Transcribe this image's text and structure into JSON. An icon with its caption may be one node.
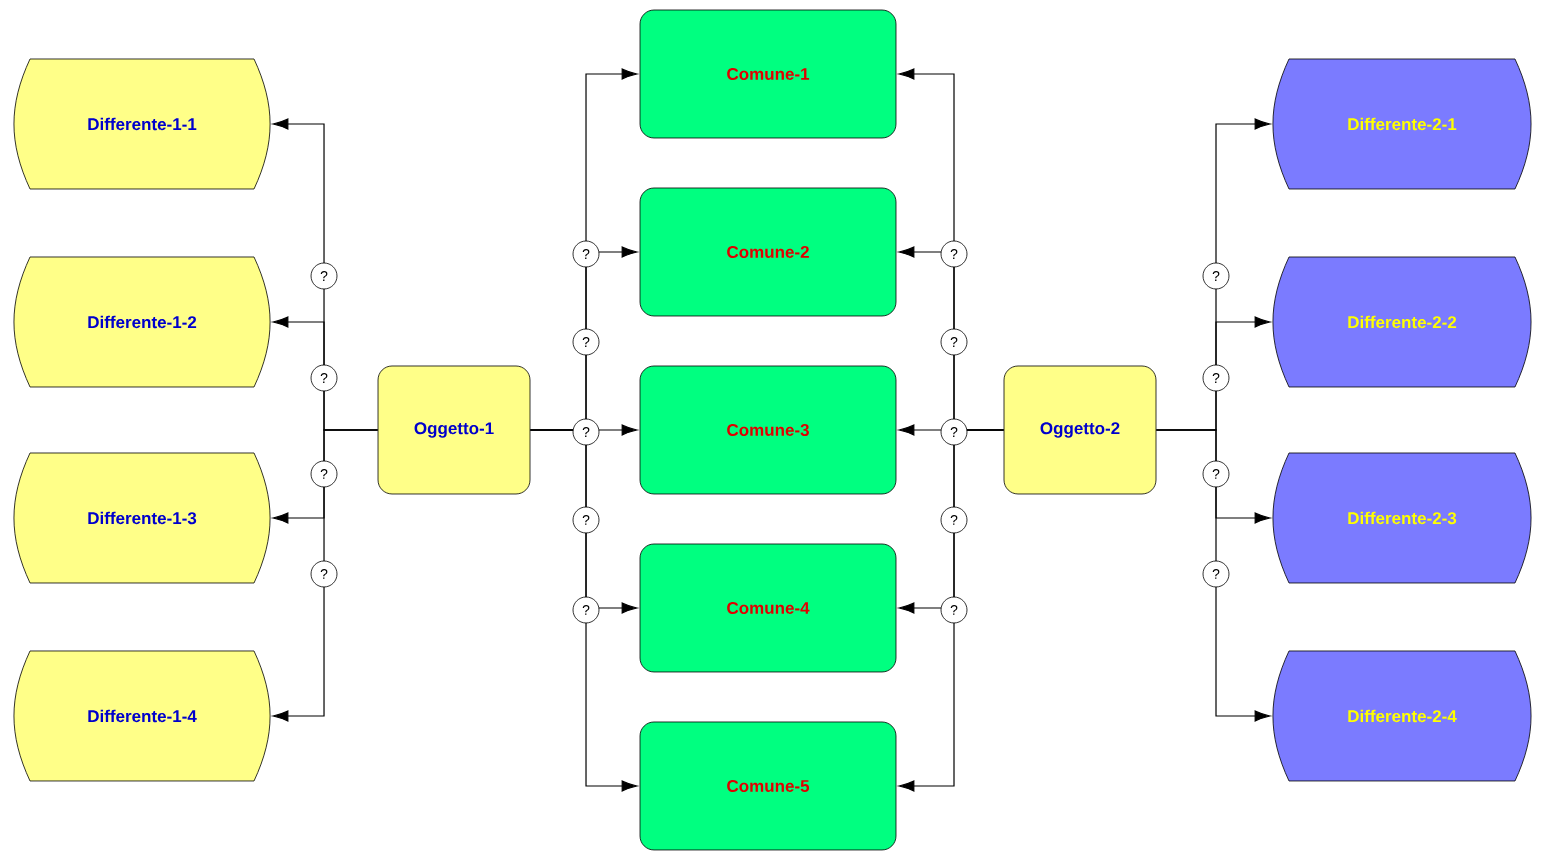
{
  "diagram": {
    "nodes": [
      {
        "text": [
          "Differente-1-1"
        ]
      },
      {
        "text": [
          "Differente-1-2"
        ]
      },
      {
        "text": [
          "Differente-1-3"
        ]
      },
      {
        "text": [
          "Differente-1-4"
        ]
      },
      {
        "text": [
          "Oggetto-1"
        ]
      },
      {
        "text": [
          "Comune-1"
        ]
      },
      {
        "text": [
          "Comune-2"
        ]
      },
      {
        "text": [
          "Comune-3"
        ]
      },
      {
        "text": [
          "Comune-4"
        ]
      },
      {
        "text": [
          "Comune-5"
        ]
      },
      {
        "text": [
          "Oggetto-2"
        ]
      },
      {
        "text": [
          "Differente-2-1"
        ]
      },
      {
        "text": [
          "Differente-2-2"
        ]
      },
      {
        "text": [
          "Differente-2-3"
        ]
      },
      {
        "text": [
          "Differente-2-4"
        ]
      }
    ],
    "edges": [
      {
        "from": 4,
        "to": 0,
        "arrow": "to",
        "label": "?"
      },
      {
        "from": 4,
        "to": 1,
        "arrow": "to",
        "label": "?"
      },
      {
        "from": 4,
        "to": 2,
        "arrow": "to",
        "label": "?"
      },
      {
        "from": 4,
        "to": 3,
        "arrow": "to",
        "label": "?"
      },
      {
        "from": 4,
        "to": 5,
        "arrow": "to",
        "label": "?"
      },
      {
        "from": 4,
        "to": 6,
        "arrow": "to",
        "label": "?"
      },
      {
        "from": 4,
        "to": 7,
        "arrow": "to",
        "label": "?"
      },
      {
        "from": 4,
        "to": 8,
        "arrow": "to",
        "label": "?"
      },
      {
        "from": 4,
        "to": 9,
        "arrow": "to",
        "label": "?"
      },
      {
        "from": 10,
        "to": 5,
        "arrow": "to",
        "label": "?"
      },
      {
        "from": 10,
        "to": 6,
        "arrow": "to",
        "label": "?"
      },
      {
        "from": 10,
        "to": 7,
        "arrow": "to",
        "label": "?"
      },
      {
        "from": 10,
        "to": 8,
        "arrow": "to",
        "label": "?"
      },
      {
        "from": 10,
        "to": 9,
        "arrow": "to",
        "label": "?"
      },
      {
        "from": 10,
        "to": 11,
        "arrow": "to",
        "label": "?"
      },
      {
        "from": 10,
        "to": 12,
        "arrow": "to",
        "label": "?"
      },
      {
        "from": 10,
        "to": 13,
        "arrow": "to",
        "label": "?"
      },
      {
        "from": 10,
        "to": 14,
        "arrow": "to",
        "label": "?"
      }
    ]
  }
}
